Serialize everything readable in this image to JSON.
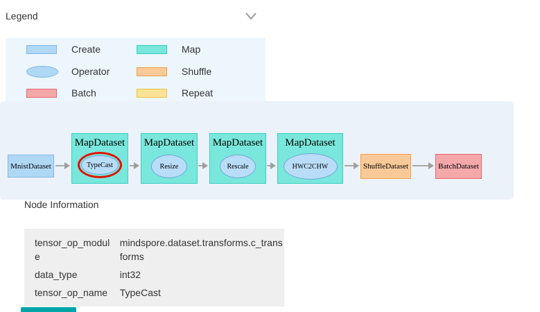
{
  "header": {
    "title": "Legend"
  },
  "legend": {
    "items": [
      {
        "label": "Create",
        "shape": "rect",
        "fill": "#afd8f5",
        "border": "#7eb9e8"
      },
      {
        "label": "Map",
        "shape": "rect",
        "fill": "#79e7dc",
        "border": "#3bcdc3"
      },
      {
        "label": "Operator",
        "shape": "ellipse",
        "fill": "#afd8f5",
        "border": "#7eb9e8"
      },
      {
        "label": "Shuffle",
        "shape": "rect",
        "fill": "#f9c997",
        "border": "#eba24d"
      },
      {
        "label": "Batch",
        "shape": "rect",
        "fill": "#f4a8aa",
        "border": "#e4666b"
      },
      {
        "label": "Repeat",
        "shape": "rect",
        "fill": "#fae296",
        "border": "#efc445"
      }
    ]
  },
  "graph": {
    "nodes": [
      {
        "label": "MnistDataset",
        "type": "create"
      },
      {
        "title": "MapDataset",
        "label": "TypeCast",
        "type": "map",
        "highlighted": true
      },
      {
        "title": "MapDataset",
        "label": "Resize",
        "type": "map",
        "highlighted": false
      },
      {
        "title": "MapDataset",
        "label": "Rescale",
        "type": "map",
        "highlighted": false
      },
      {
        "title": "MapDataset",
        "label": "HWC2CHW",
        "type": "map",
        "highlighted": false
      },
      {
        "label": "ShuffleDataset",
        "type": "shuffle"
      },
      {
        "label": "BatchDataset",
        "type": "batch"
      }
    ],
    "edges": [
      [
        0,
        1
      ],
      [
        1,
        2
      ],
      [
        2,
        3
      ],
      [
        3,
        4
      ],
      [
        4,
        5
      ],
      [
        5,
        6
      ]
    ],
    "highlight_color": "#e60f00",
    "arrow_color": "#a9a9a9"
  },
  "node_info": {
    "title": "Node Information",
    "rows": [
      {
        "key": "tensor_op_module",
        "value": "mindspore.dataset.transforms.c_transforms"
      },
      {
        "key": "data_type",
        "value": "int32"
      },
      {
        "key": "tensor_op_name",
        "value": "TypeCast"
      }
    ]
  },
  "misc": {
    "accent_teal": "#00a5a7",
    "panel_blue": "#edf6fd",
    "graph_bg": "#ecf2fa",
    "table_bg": "#efefef"
  }
}
